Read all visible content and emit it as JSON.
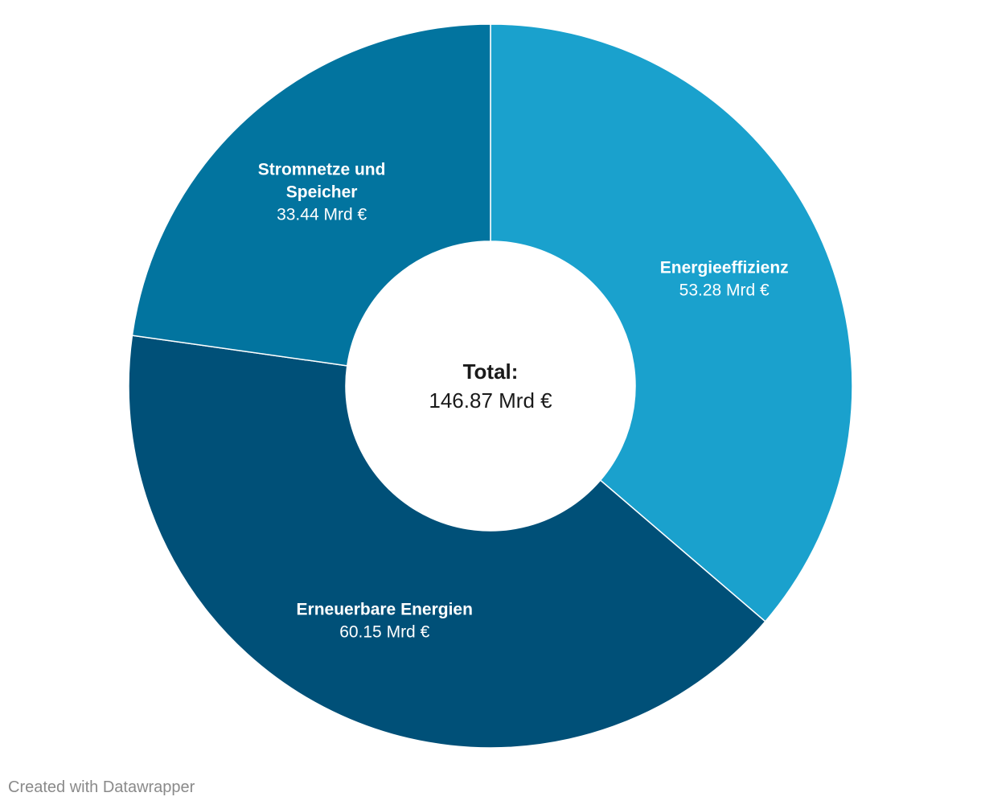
{
  "chart_data": {
    "type": "pie",
    "variant": "donut",
    "unit": "Mrd €",
    "slices": [
      {
        "name": "Energieeffizienz",
        "label_lines": [
          "Energieeffizienz"
        ],
        "value": 53.28,
        "value_label": "53.28 Mrd €",
        "color": "#1aa1cd"
      },
      {
        "name": "Erneuerbare Energien",
        "label_lines": [
          "Erneuerbare Energien"
        ],
        "value": 60.15,
        "value_label": "60.15 Mrd €",
        "color": "#005078"
      },
      {
        "name": "Stromnetze und Speicher",
        "label_lines": [
          "Stromnetze und",
          "Speicher"
        ],
        "value": 33.44,
        "value_label": "33.44 Mrd €",
        "color": "#02749f"
      }
    ],
    "center": {
      "title": "Total:",
      "value_label": "146.87 Mrd €",
      "value": 146.87
    },
    "start": "12 o'clock",
    "direction": "clockwise"
  },
  "footer": {
    "credit": "Created with Datawrapper"
  }
}
